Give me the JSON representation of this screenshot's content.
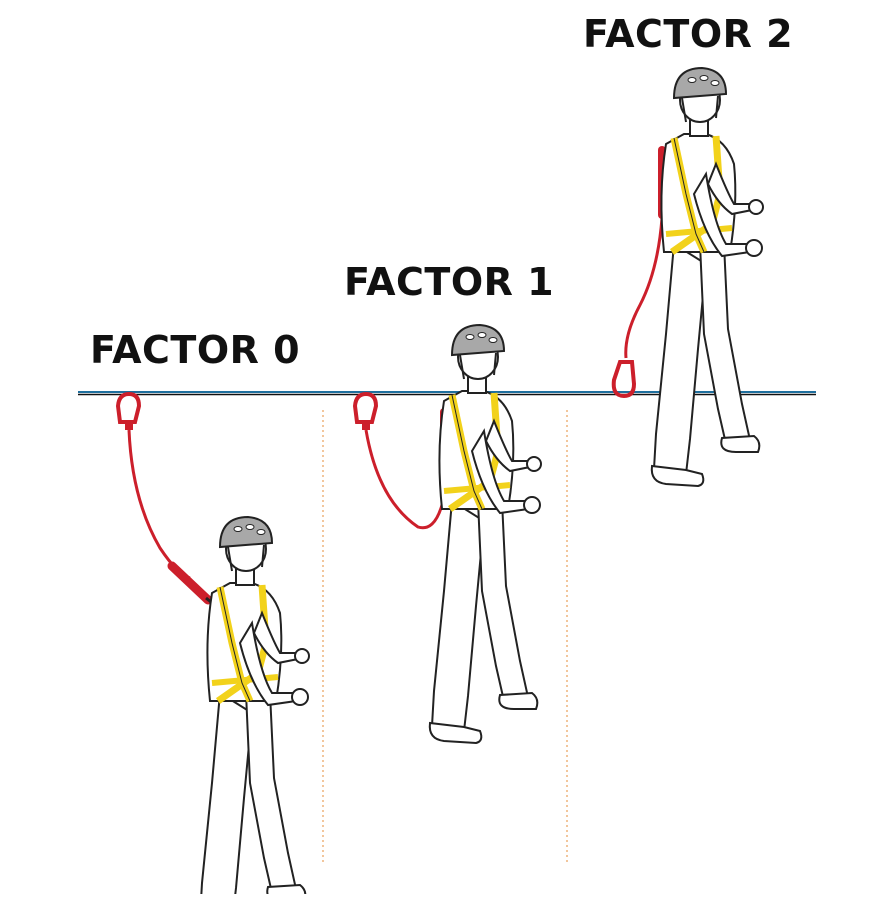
{
  "labels": {
    "factor_0": "FACTOR 0",
    "factor_1": "FACTOR 1",
    "factor_2": "FACTOR 2"
  },
  "colors": {
    "anchor_line": "#1f6f9e",
    "lanyard": "#cc1f2b",
    "harness": "#f2d21b",
    "helmet": "#a8a8a8",
    "outline": "#222222",
    "divider": "#e8a15a"
  },
  "icons": {
    "figure": "person-with-harness-icon",
    "connector": "carabiner-icon"
  }
}
